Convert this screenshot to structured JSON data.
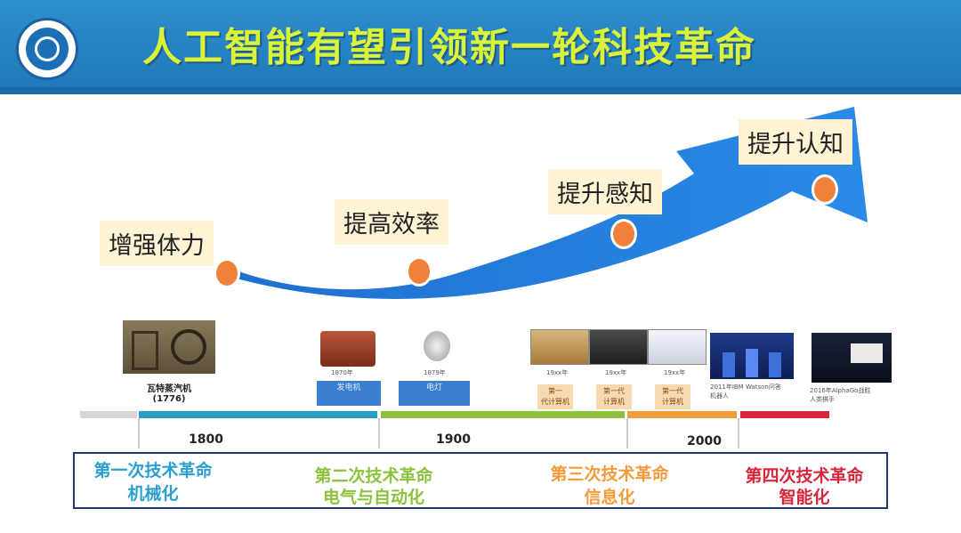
{
  "title": "人工智能有望引领新一轮科技革命",
  "logo": {
    "icon": "institution-emblem-icon"
  },
  "stages": [
    {
      "label": "增强体力"
    },
    {
      "label": "提高效率"
    },
    {
      "label": "提升感知"
    },
    {
      "label": "提升认知"
    }
  ],
  "captions": {
    "steam": "瓦特蒸汽机\n(1776)",
    "gen_year": "1870年",
    "gen_tag": "发电机",
    "lamp_year": "1879年",
    "lamp_tag": "电灯",
    "comp1": "19xx年",
    "comp2": "19xx年",
    "comp3": "19xx年",
    "otag1": "第一\n代计算机",
    "otag2": "第一代\n计算机",
    "otag3": "第一代\n计算机",
    "ai1": "2011年IBM Watson问答\n机器人",
    "ai2": "2016年AlphaGo战胜\n人类棋手"
  },
  "timeline": {
    "years": [
      "1800",
      "1900",
      "2000"
    ]
  },
  "eras": [
    {
      "title": "第一次技术革命",
      "subtitle": "机械化",
      "color": "#2a9fd0"
    },
    {
      "title": "第二次技术革命",
      "subtitle": "电气与自动化",
      "color": "#8cc23d"
    },
    {
      "title": "第三次技术革命",
      "subtitle": "信息化",
      "color": "#f39b3a"
    },
    {
      "title": "第四次技术革命",
      "subtitle": "智能化",
      "color": "#d8263a"
    }
  ]
}
